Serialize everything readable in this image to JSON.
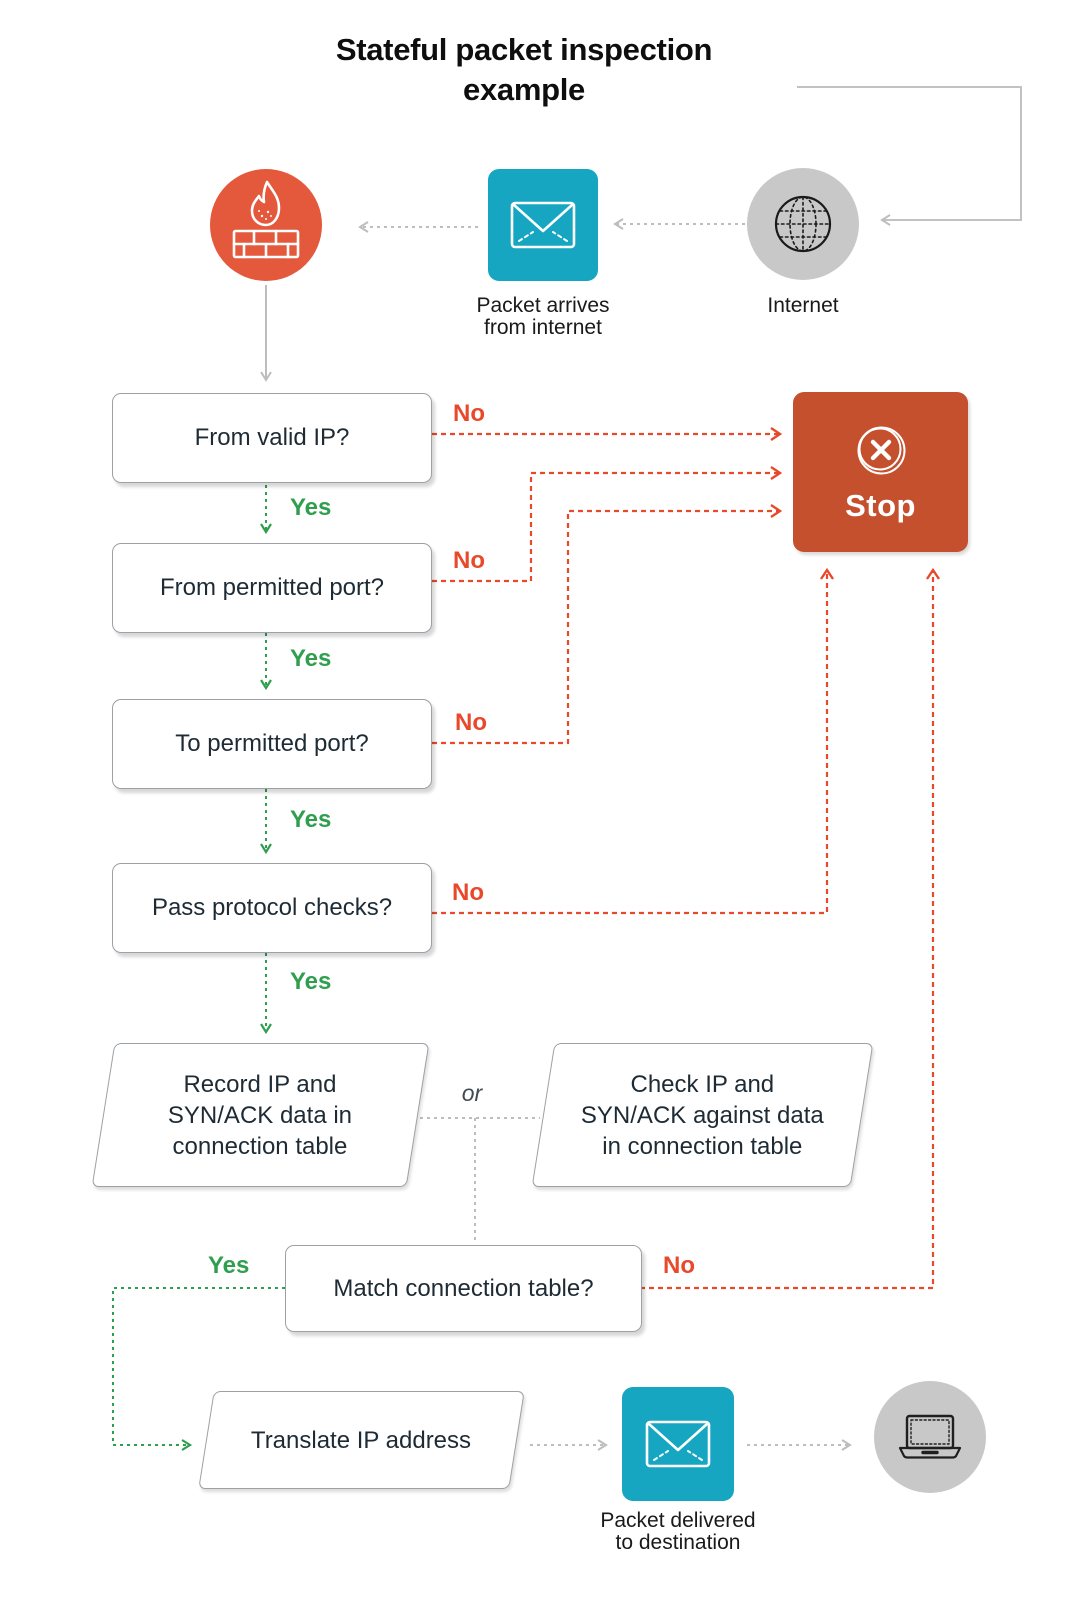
{
  "title": {
    "line1": "Stateful packet inspection",
    "line2": "example"
  },
  "nodes": {
    "packet_in": {
      "lines": [
        "Packet arrives",
        "from internet"
      ]
    },
    "internet": {
      "label": "Internet"
    },
    "q_valid_ip": {
      "text": "From valid IP?"
    },
    "q_from_port": {
      "text": "From permitted port?"
    },
    "q_to_port": {
      "text": "To permitted port?"
    },
    "q_protocol": {
      "text": "Pass protocol checks?"
    },
    "stop": {
      "label": "Stop"
    },
    "record": {
      "lines": [
        "Record IP and",
        "SYN/ACK data in",
        "connection table"
      ]
    },
    "check": {
      "lines": [
        "Check IP and",
        "SYN/ACK against data",
        "in connection table"
      ]
    },
    "match": {
      "text": "Match connection table?"
    },
    "translate": {
      "text": "Translate IP address"
    },
    "packet_out": {
      "lines": [
        "Packet delivered",
        "to destination"
      ]
    }
  },
  "labels": {
    "yes": "Yes",
    "no": "No",
    "or": "or"
  },
  "colors": {
    "firewall_orange": "#e4583b",
    "stop_red": "#c5502e",
    "edge_red": "#e8492b",
    "edge_green": "#2f9e4e",
    "teal": "#16a6c2",
    "node_gray": "#c8c8c8",
    "edge_gray": "#c2c2c2",
    "text_dark": "#1e2b35"
  }
}
